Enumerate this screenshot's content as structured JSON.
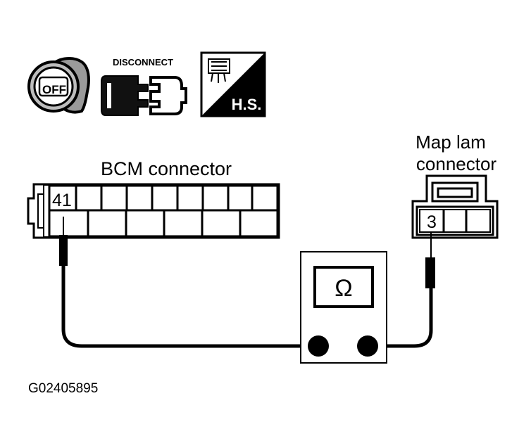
{
  "icons": {
    "ignition": {
      "icon": "ignition-key-off-icon",
      "text": "OFF"
    },
    "disconnect": {
      "icon": "connector-disconnect-icon",
      "text": "DISCONNECT"
    },
    "harness_side": {
      "icon": "harness-side-icon",
      "text": "H.S."
    }
  },
  "bcm": {
    "title": "BCM connector",
    "terminal": "41"
  },
  "map_lamp": {
    "title_line1": "Map lam",
    "title_line2": "connector",
    "terminal": "3"
  },
  "meter": {
    "icon": "ohmmeter-icon",
    "symbol": "Ω"
  },
  "figure_id": "G02405895"
}
